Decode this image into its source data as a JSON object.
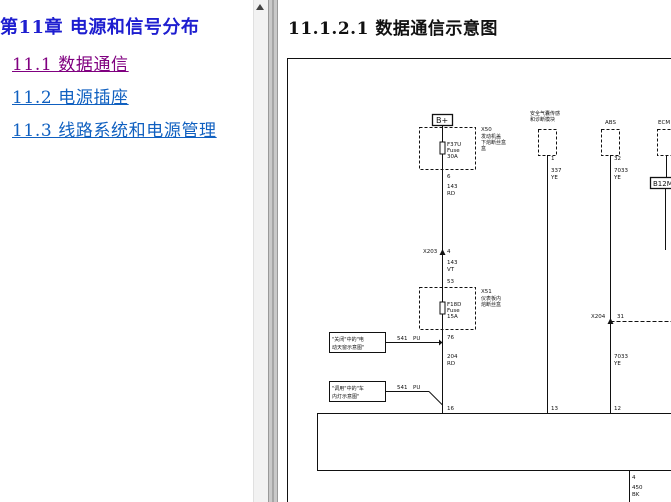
{
  "toc": {
    "chapter_title": "第11章  电源和信号分布",
    "items": [
      {
        "label": "11.1  数据通信"
      },
      {
        "label": "11.2  电源插座"
      },
      {
        "label": "11.3  线路系统和电源管理"
      }
    ]
  },
  "content": {
    "section_title": "11.1.2.1  数据通信示意图"
  },
  "diagram": {
    "b_plus": "B+",
    "x50": "X50",
    "x50_desc_1": "发动机盖",
    "x50_desc_2": "下熔断丝盒",
    "x50_desc_3": "盒",
    "fuse1_name": "F37U",
    "fuse1_type": "Fuse",
    "fuse1_rating": "30A",
    "pin6": "6",
    "wire143": "143",
    "rd": "RD",
    "x203": "X203",
    "pin4": "4",
    "wire143b": "143",
    "vt": "VT",
    "pin53": "53",
    "x51": "X51",
    "x51_desc_1": "仪表板内",
    "x51_desc_2": "熔断丝盒",
    "fuse2_name": "F18D",
    "fuse2_type": "Fuse",
    "fuse2_rating": "15A",
    "pin76": "76",
    "wire204": "204",
    "rd2": "RD",
    "ref1_1": "\"关闭\"中的\"电",
    "ref1_2": "动天窗示意图\"",
    "wire541a": "541",
    "pu_a": "PU",
    "ref2_1": "\"调用\"中的\"车",
    "ref2_2": "内灯示意图\"",
    "wire541b": "541",
    "pu_b": "PU",
    "pin16": "16",
    "airbag_1": "安全气囊传感",
    "airbag_2": "和诊断模块",
    "pin1": "1",
    "wire337": "337",
    "ye1": "YE",
    "pin13": "13",
    "abs": "ABS",
    "pin32": "32",
    "wire7033a": "7033",
    "ye2": "YE",
    "x204": "X204",
    "pin31": "31",
    "wire7033b": "7033",
    "ye3": "YE",
    "pin12": "12",
    "ecm": "ECM",
    "b12m": "B12M",
    "pin4b": "4",
    "wire450": "450",
    "bk": "BK"
  }
}
